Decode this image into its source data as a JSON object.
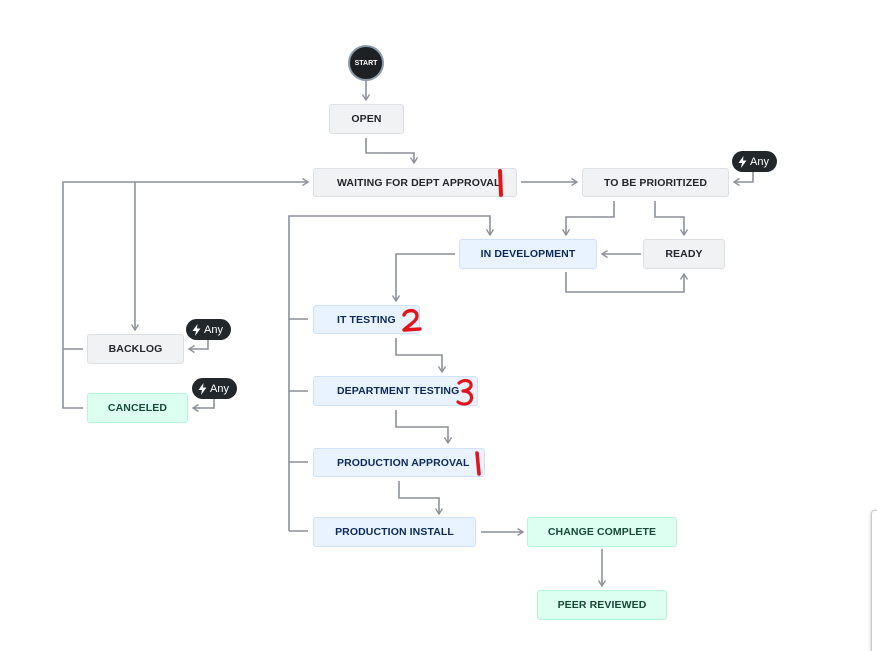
{
  "start_label": "START",
  "nodes": {
    "open": "OPEN",
    "waiting": "WAITING FOR DEPT APPROVAL",
    "to_be_prioritized": "TO BE PRIORITIZED",
    "in_development": "IN DEVELOPMENT",
    "ready": "READY",
    "it_testing": "IT TESTING",
    "department_testing": "DEPARTMENT TESTING",
    "production_approval": "PRODUCTION APPROVAL",
    "production_install": "PRODUCTION INSTALL",
    "change_complete": "CHANGE COMPLETE",
    "peer_reviewed": "PEER REVIEWED",
    "backlog": "BACKLOG",
    "canceled": "CANCELED"
  },
  "any_label": "Any",
  "handwritten_marks": {
    "waiting": "1",
    "it_testing": "2",
    "department_testing": "3",
    "production_approval": "1"
  },
  "colors": {
    "line": "#8c9199",
    "mark": "#e3151a",
    "todo": "#f1f2f4",
    "in_progress": "#e9f2ff",
    "done": "#dcfff1"
  }
}
